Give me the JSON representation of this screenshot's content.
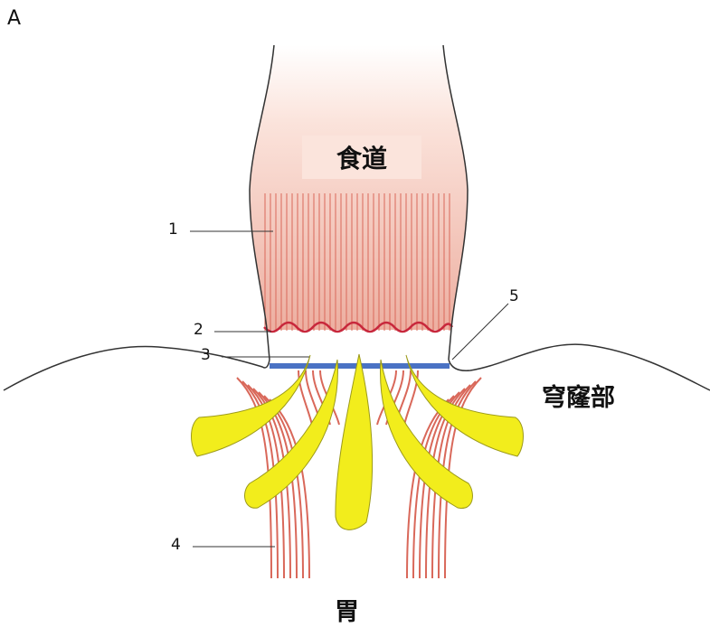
{
  "panel_label": "A",
  "labels": {
    "esophagus": "食道",
    "fornix": "穹窿部",
    "stomach": "胃"
  },
  "numbers": [
    "1",
    "2",
    "3",
    "4",
    "5"
  ],
  "colors": {
    "esophagus_top": "#ffffff",
    "esophagus_bottom": "#e8a494",
    "muscle_lines": "#d9685a",
    "wavy_line": "#c8283c",
    "z_line": "#4a72c4",
    "sling_fibers": "#f1ec1a",
    "outline": "#333333"
  }
}
